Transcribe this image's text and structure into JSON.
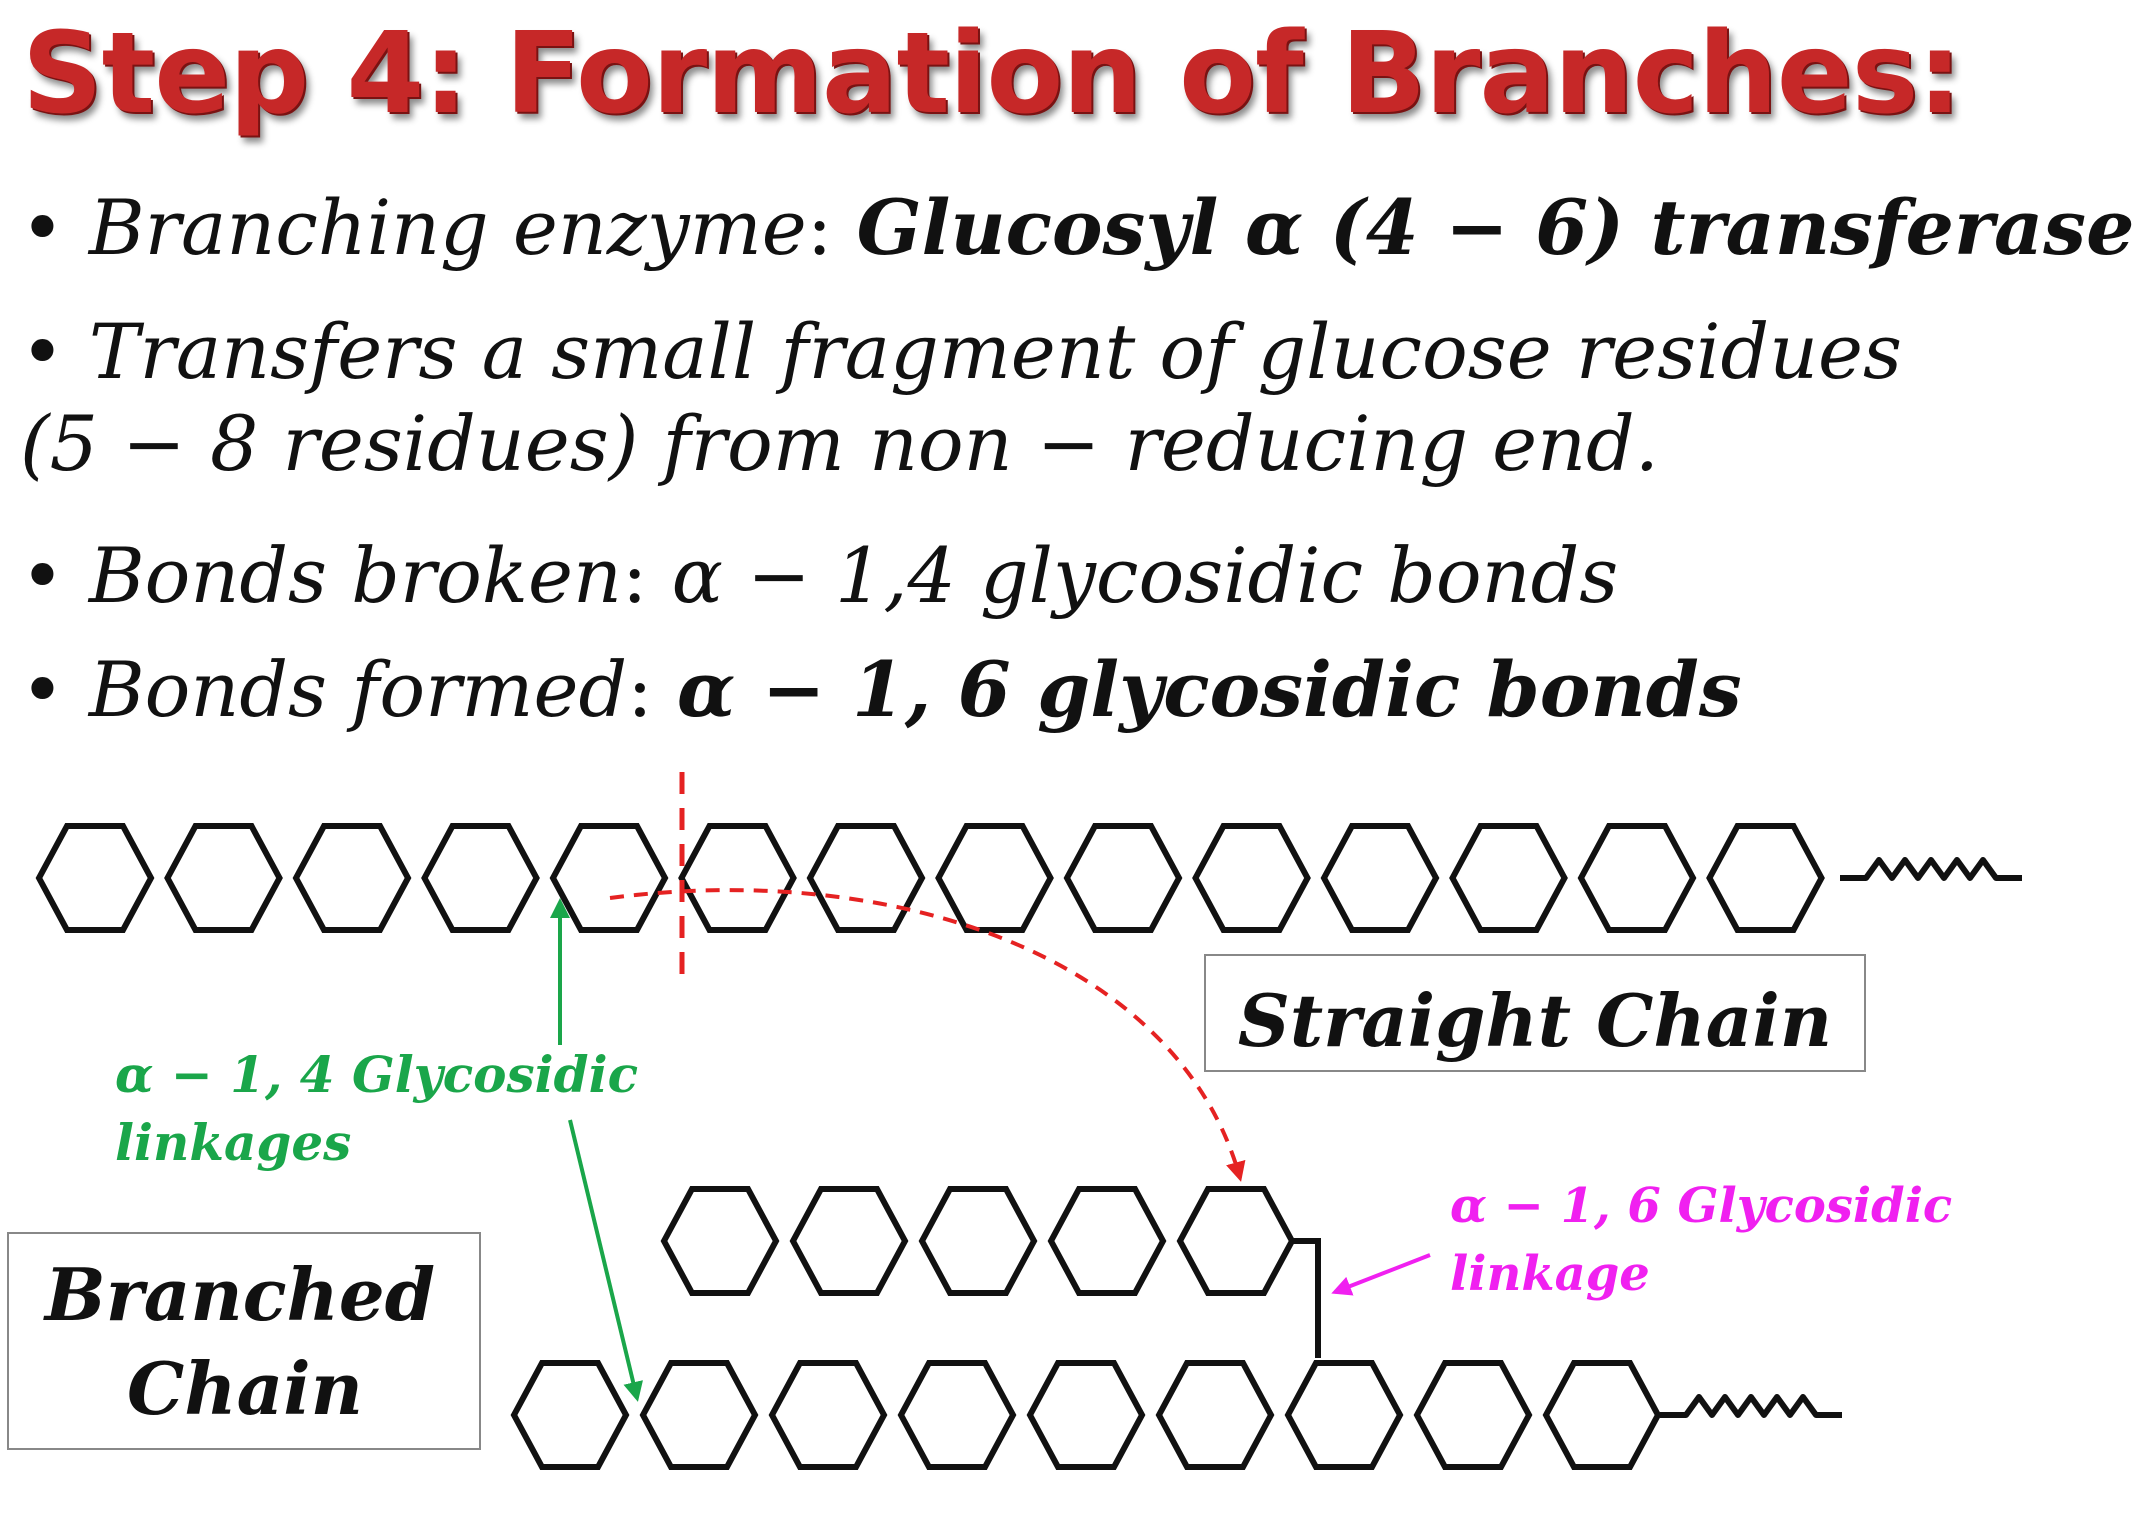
{
  "slide": {
    "title": "Step 4: Formation of Branches:",
    "bullets": {
      "b1_label": "Branching enzyme",
      "b1_value": "Glucosyl α (4 − 6) transferase",
      "b2_line1": "Transfers a small fragment of glucose residues",
      "b2_line2": "(5 − 8 residues) from non − reducing end.",
      "b3_label": "Bonds broken",
      "b3_value": "α − 1,4 glycosidic bonds",
      "b4_label": "Bonds formed",
      "b4_value": "α − 1, 6 glycosidic bonds"
    }
  },
  "diagram": {
    "straight_chain_label": "Straight Chain",
    "branched_chain_label_line1": "Branched",
    "branched_chain_label_line2": "Chain",
    "alpha14_line1": "α − 1, 4 Glycosidic",
    "alpha14_line2": "linkages",
    "alpha16_line1": "α − 1, 6 Glycosidic",
    "alpha16_line2": "linkage",
    "colors": {
      "title": "#c62828",
      "green": "#1aa64a",
      "magenta": "#f020f0",
      "red": "#e52222",
      "ink": "#111111"
    }
  }
}
